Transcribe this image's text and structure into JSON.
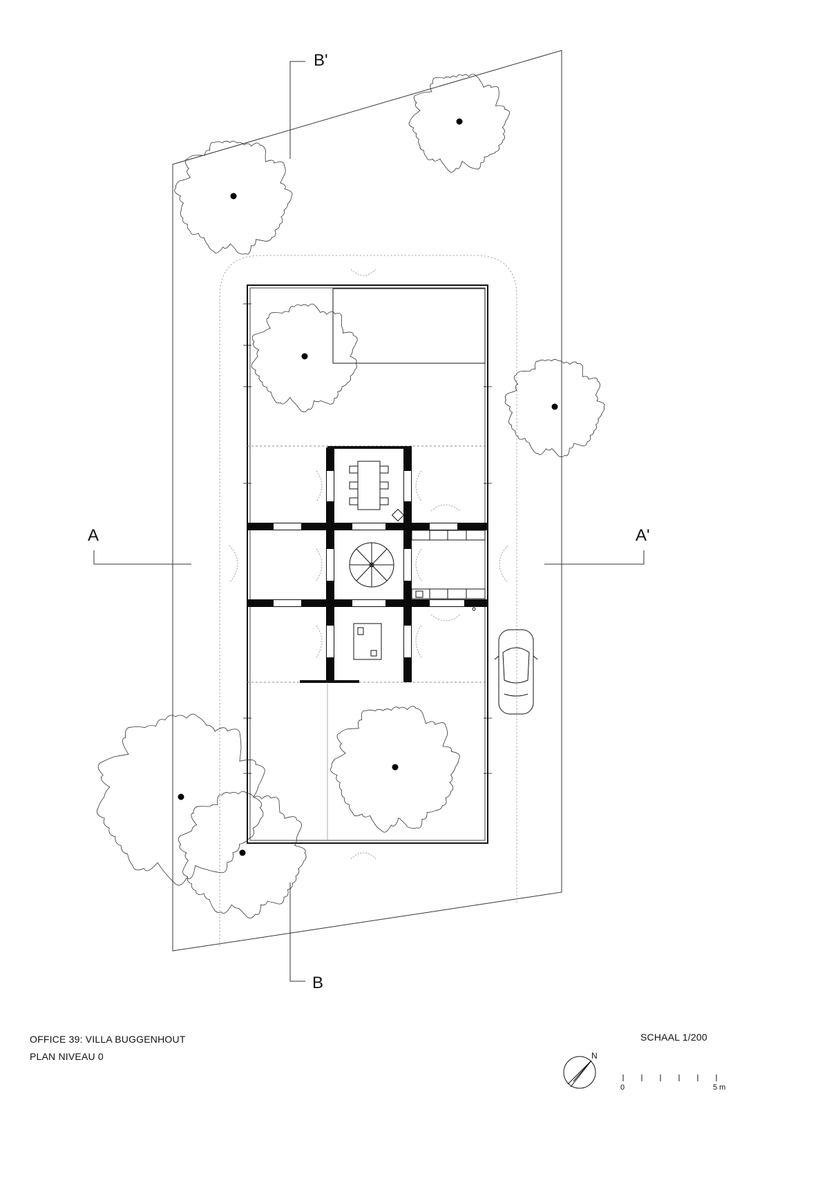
{
  "sections": {
    "a": "A",
    "a_prime": "A'",
    "b": "B",
    "b_prime": "B'"
  },
  "title_block": {
    "project": "OFFICE 39: VILLA BUGGENHOUT",
    "drawing": "PLAN NIVEAU 0"
  },
  "north": {
    "label": "N"
  },
  "scale": {
    "label": "SCHAAL 1/200",
    "start": "0",
    "end": "5 m"
  },
  "colors": {
    "ink": "#111111",
    "paper": "#ffffff",
    "dashed": "#999999"
  },
  "icons": [
    "tree-canopy-icon",
    "car-icon",
    "spiral-stair-icon",
    "north-arrow-icon",
    "dining-table-icon",
    "kitchen-island-icon"
  ]
}
